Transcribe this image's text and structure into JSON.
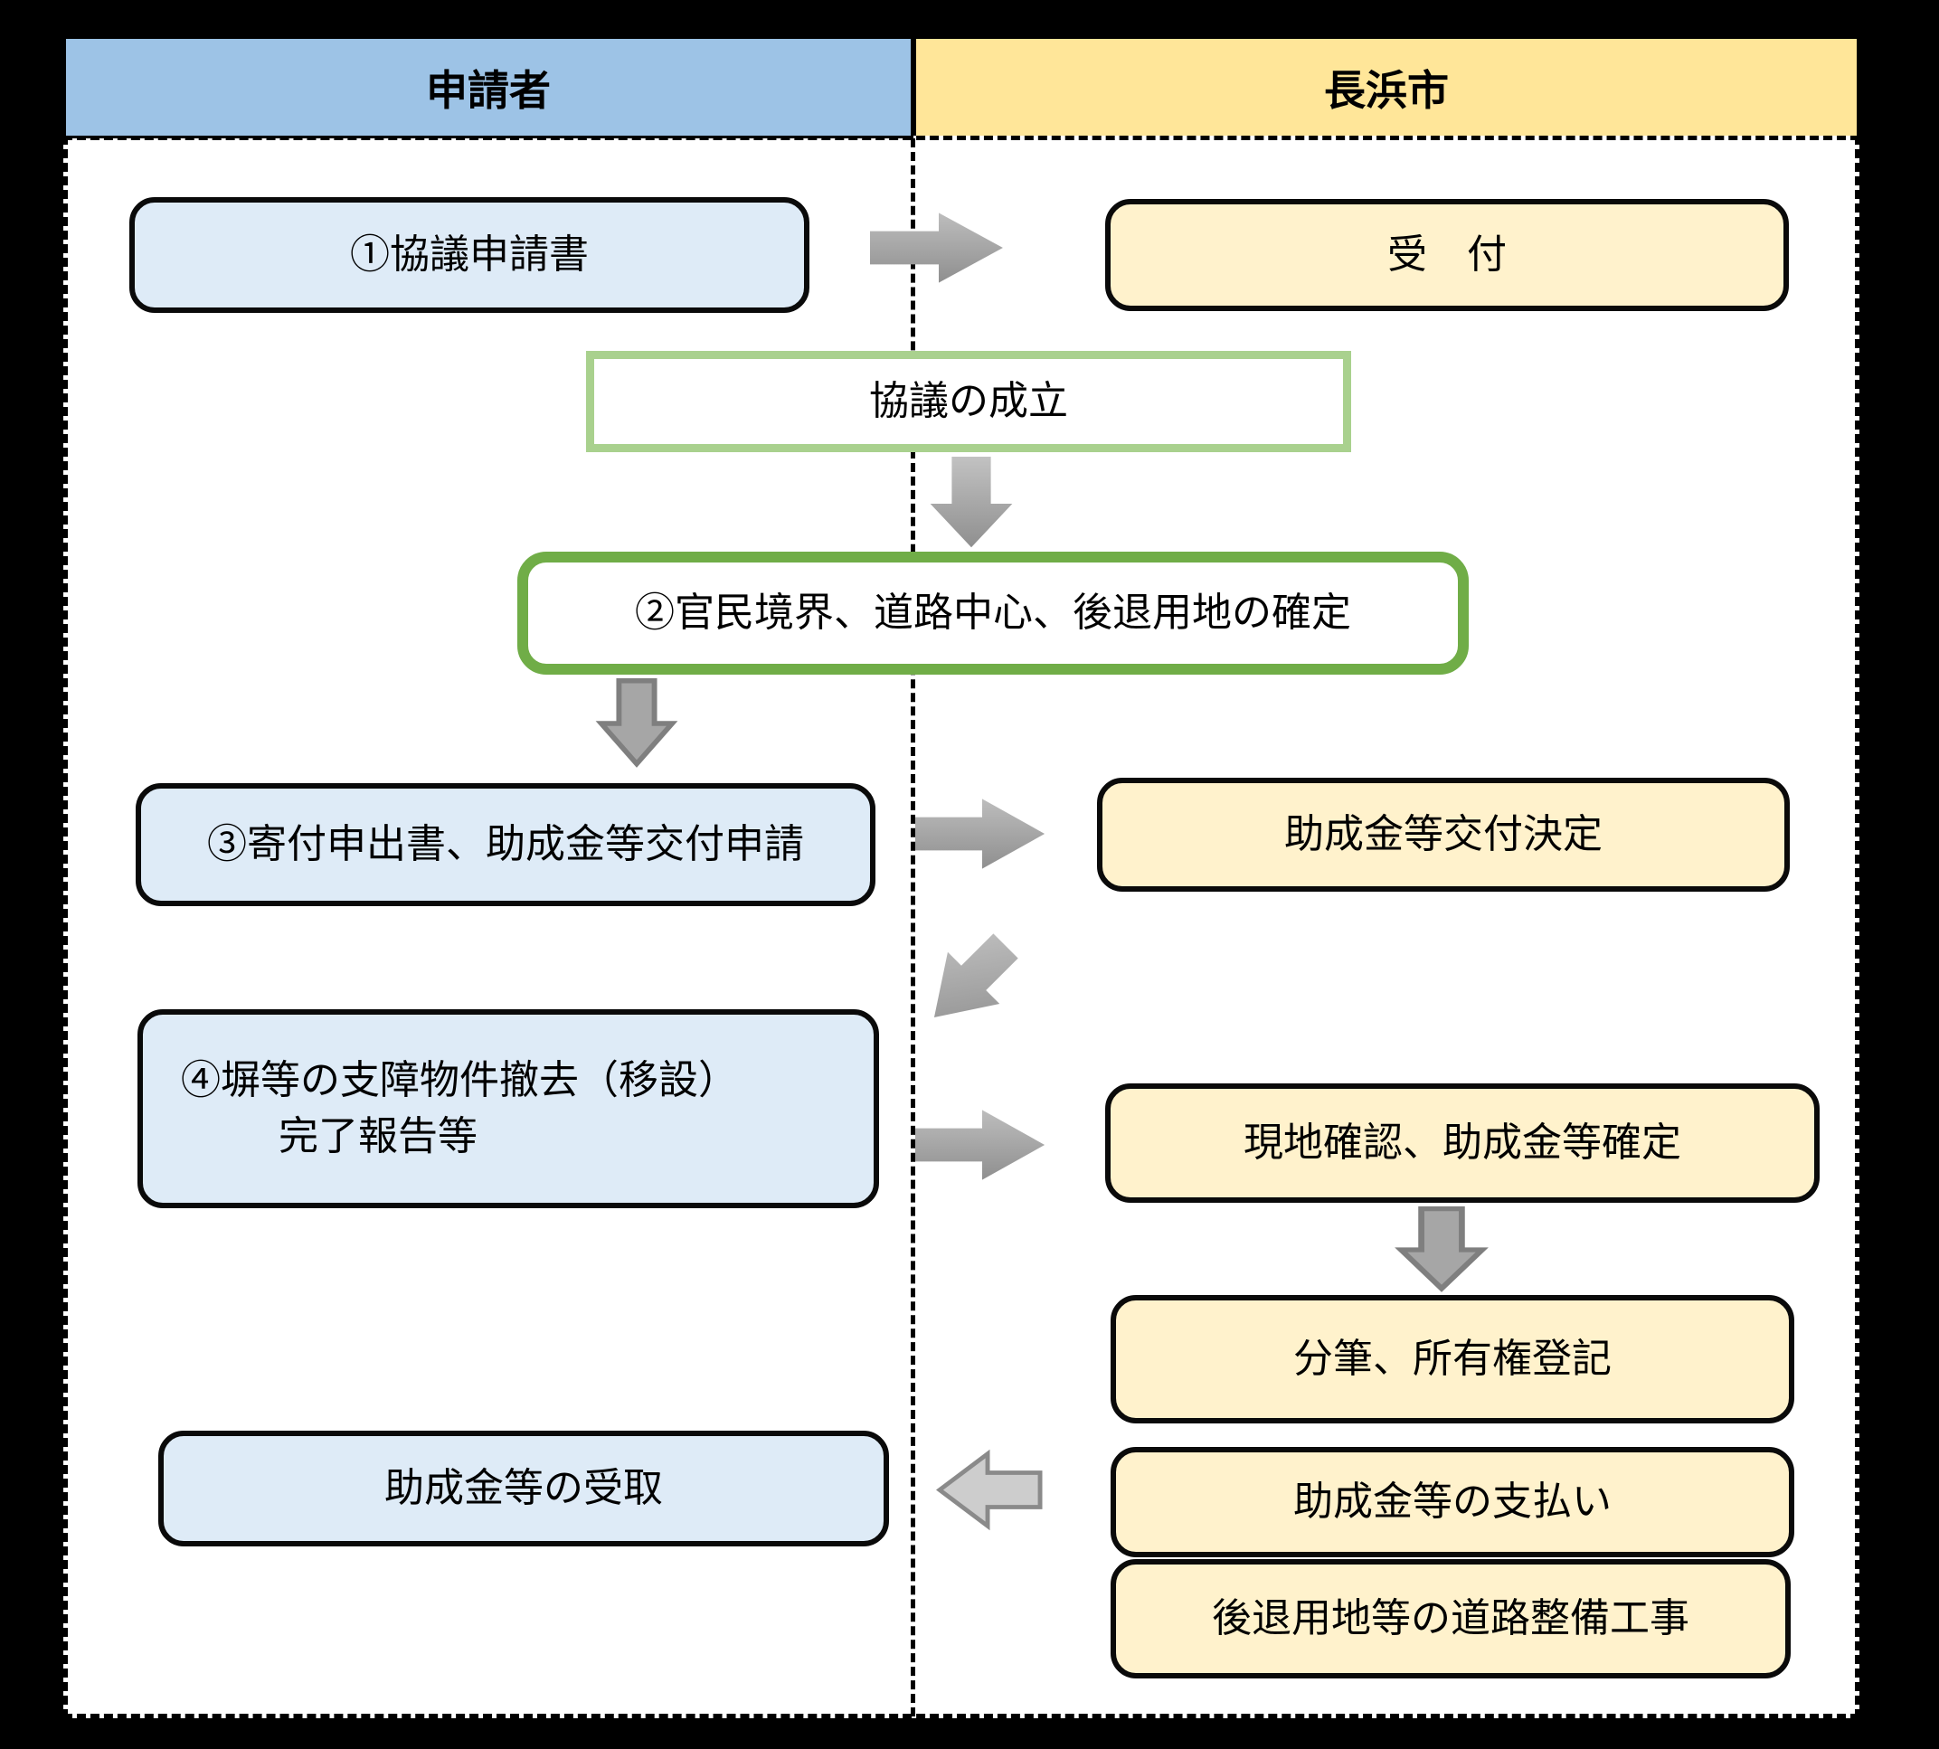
{
  "header": {
    "applicant": "申請者",
    "city": "長浜市"
  },
  "flow": {
    "step1": "①協議申請書",
    "reception": "受　付",
    "agreement": "協議の成立",
    "step2": "②官民境界、道路中心、後退用地の確定",
    "step3": "③寄付申出書、助成金等交付申請",
    "grant_decision": "助成金等交付決定",
    "step4_line1": "④塀等の支障物件撤去（移設）",
    "step4_line2": "完了報告等",
    "site_confirmation": "現地確認、助成金等確定",
    "registration": "分筆、所有権登記",
    "payment": "助成金等の支払い",
    "receipt": "助成金等の受取",
    "road_construction": "後退用地等の道路整備工事"
  },
  "icons": {
    "arrow_right": "arrow-right",
    "arrow_down": "arrow-down",
    "arrow_down_left": "arrow-down-left",
    "arrow_left": "arrow-left"
  },
  "colors": {
    "header_blue": "#9DC3E6",
    "header_yellow": "#FFE699",
    "box_blue": "#DEEBF7",
    "box_yellow": "#FFF2CC",
    "green_border_light": "#A9D18E",
    "green_border_dark": "#70AD47",
    "arrow_gray": "#A6A6A6",
    "line_black": "#000000"
  }
}
